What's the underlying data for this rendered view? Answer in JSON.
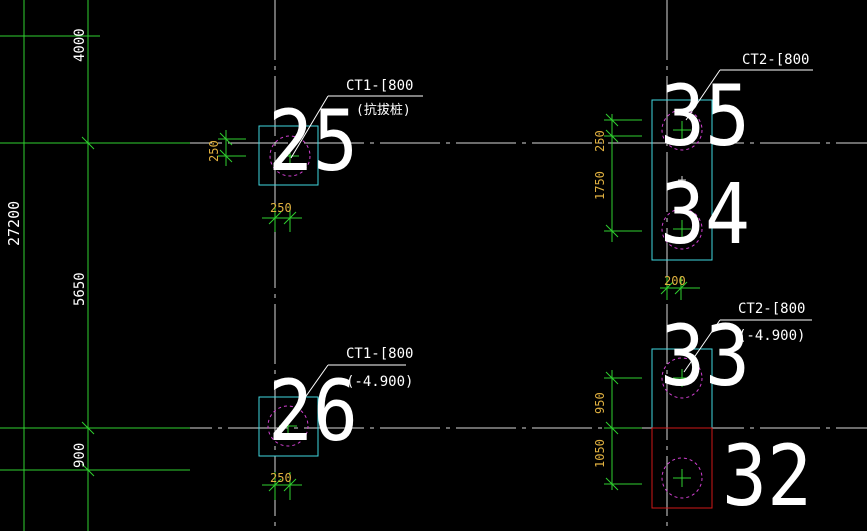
{
  "colors": {
    "background": "#000000",
    "grid": "#2fd02f",
    "axis": "#d8d8d8",
    "cap": "#40d8e0",
    "cap_selected": "#d01818",
    "pile": "#d040d0",
    "dim_text": "#e0b040",
    "callout": "#ffffff",
    "dim_line": "#2fd02f"
  },
  "overall_dims": {
    "total": "27200",
    "top": "4000",
    "middle": "5650",
    "bottom": "900"
  },
  "caps": [
    {
      "id": "25",
      "callout_line1": "CT1-[800",
      "callout_line2": "(抗拔桩)",
      "dim_v": "250",
      "dim_h": "250"
    },
    {
      "id": "26",
      "callout_line1": "CT1-[800",
      "callout_line2": "(-4.900)",
      "dim_h": "250"
    },
    {
      "id": "35",
      "callout_line1": "CT2-[800",
      "dim_v": "250"
    },
    {
      "id": "34",
      "dim_v": "1750",
      "dim_h": "200"
    },
    {
      "id": "33",
      "callout_line1": "CT2-[800",
      "callout_line2": "(-4.900)",
      "dim_v": "950"
    },
    {
      "id": "32",
      "dim_v": "1050"
    }
  ]
}
